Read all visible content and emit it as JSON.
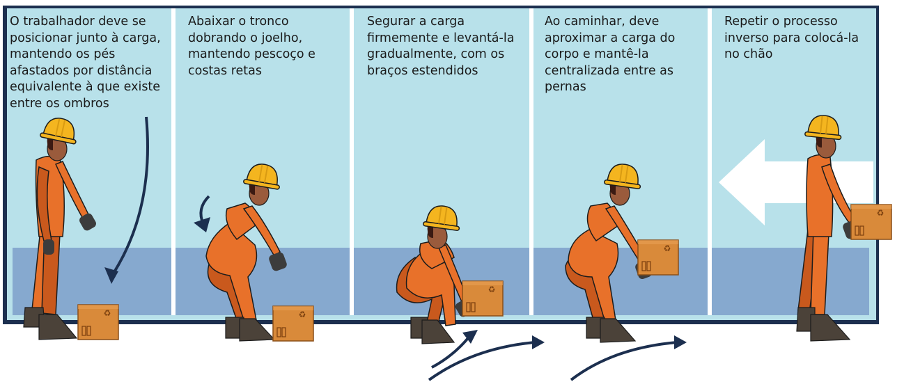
{
  "steps": [
    {
      "caption": "O trabalhador deve se\nposicionar junto à carga,\nmantendo os pés\nafastados por distância\nequivalente à que existe\nentre os ombros"
    },
    {
      "caption": "Abaixar o tronco\ndobrando o joelho,\nmantendo pescoço e\ncostas retas"
    },
    {
      "caption": "Segurar a carga\nfirmemente e levantá-la\ngradualmente, com os\nbraços estendidos"
    },
    {
      "caption": "Ao caminhar, deve\naproximar a carga do\ncorpo e mantê-la\ncentralizada entre as\npernas"
    },
    {
      "caption": "Repetir o processo\ninverso para colocá-la\nno chão"
    }
  ],
  "colors": {
    "frame": "#1c2f4f",
    "panel_light": "#b8e1ea",
    "panel_floor": "#86a9cf",
    "divider": "#ffffff",
    "suit": "#e8712a",
    "suit_shadow": "#c9591d",
    "helmet": "#f4b51f",
    "skin": "#9a5b3c",
    "hair": "#3b1a12",
    "boot": "#4b4239",
    "glove": "#3c3c3c",
    "box": "#d98a3a",
    "box_dark": "#b06a24",
    "arrow": "#1c2f4f",
    "white_arrow": "#ffffff"
  },
  "icons": {
    "box_symbol": "recycle-icon",
    "down_arrow": "curved-down-arrow-icon",
    "motion_arrow": "curved-motion-arrow-icon",
    "direction_arrow": "left-arrow-icon"
  }
}
